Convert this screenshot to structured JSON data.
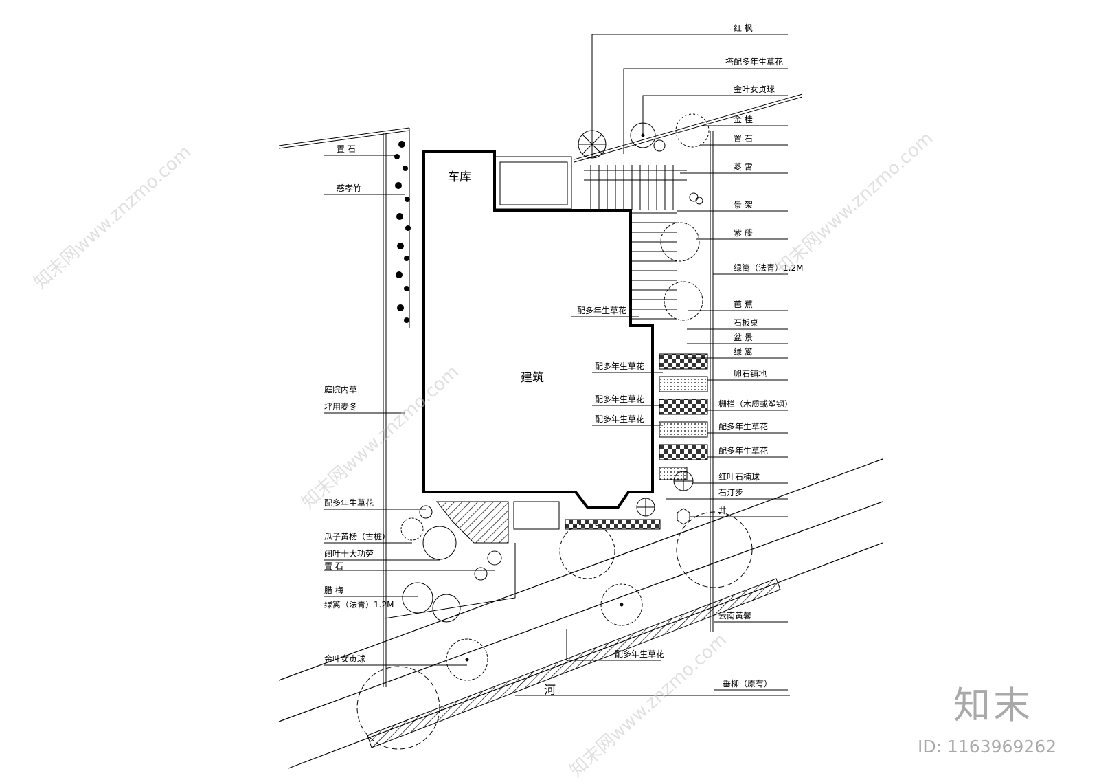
{
  "rooms": {
    "garage": "车库",
    "building": "建筑",
    "river": "河"
  },
  "labels_right": [
    "红  枫",
    "搭配多年生草花",
    "金叶女贞球",
    "金  桂",
    "置  石",
    "菱  霄",
    "景  架",
    "紫  藤",
    "绿篱（法青）1.2M",
    "芭  蕉",
    "石板桌",
    "盆  景",
    "绿  篱",
    "卵石铺地",
    "栅栏（木质或塑钢）",
    "配多年生草花",
    "配多年生草花",
    "红叶石楠球",
    "石汀步",
    "井",
    "云南黄馨",
    "垂柳（原有）"
  ],
  "labels_left": [
    "置  石",
    "慈孝竹",
    "庭院内草",
    "坪用麦冬",
    "配多年生草花",
    "瓜子黄杨（古桩）",
    "阔叶十大功劳",
    "置  石",
    "腊  梅",
    "绿篱（法青）1.2M",
    "金叶女贞球"
  ],
  "labels_center": [
    "配多年生草花",
    "配多年生草花",
    "配多年生草花",
    "配多年生草花",
    "配多年生草花"
  ],
  "watermark": {
    "brand": "知末",
    "id": "ID: 1163969262",
    "url": "知末网www.znzmo.com"
  }
}
